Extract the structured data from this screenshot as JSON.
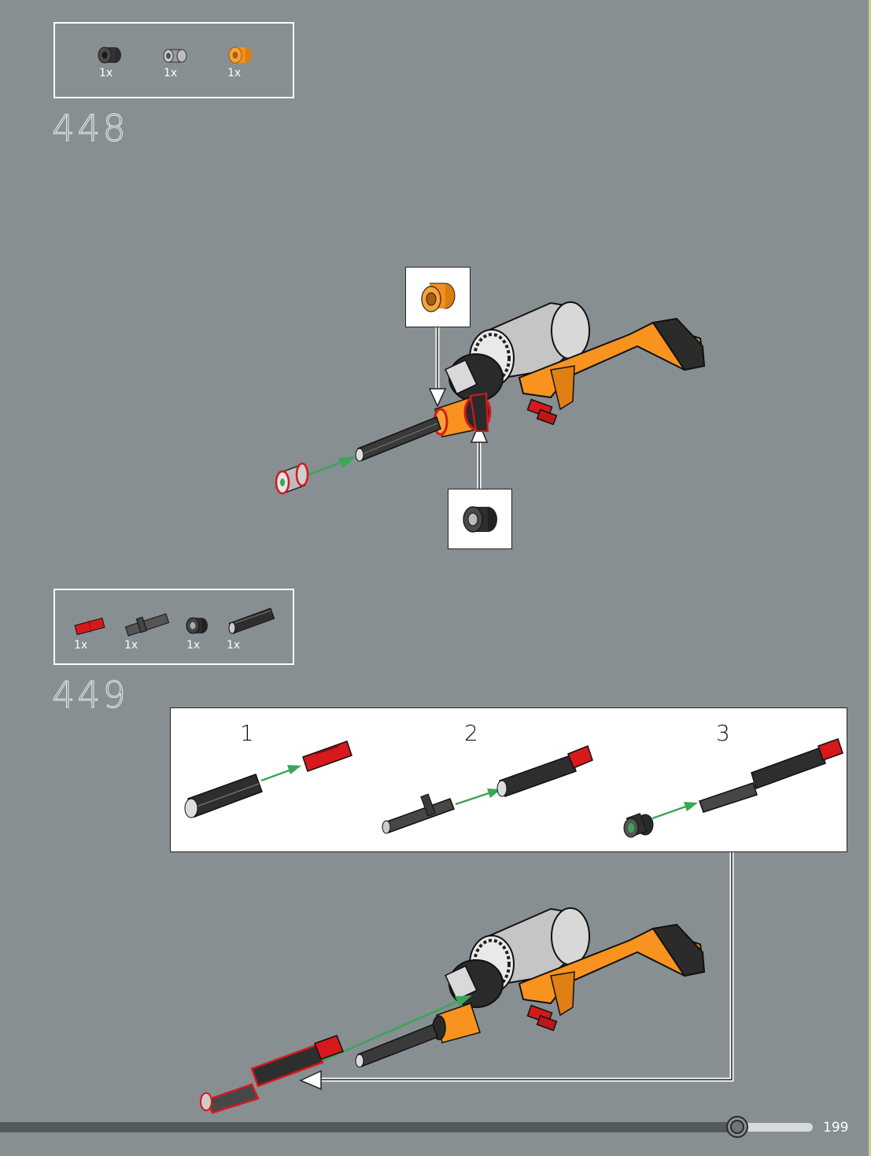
{
  "steps": [
    {
      "number": "448",
      "parts": [
        {
          "icon": "bush-black",
          "qty": "1x"
        },
        {
          "icon": "bush-grey-pin",
          "qty": "1x"
        },
        {
          "icon": "bush-orange",
          "qty": "1x"
        }
      ],
      "callouts": [
        "orange-bush",
        "black-bush"
      ]
    },
    {
      "number": "449",
      "parts": [
        {
          "icon": "axle-pin-red",
          "qty": "1x"
        },
        {
          "icon": "axle-pin-grey",
          "qty": "1x"
        },
        {
          "icon": "bush-black",
          "qty": "1x"
        },
        {
          "icon": "axle-connector-black",
          "qty": "1x"
        }
      ],
      "substeps": [
        "1",
        "2",
        "3"
      ]
    }
  ],
  "colors": {
    "background": "#878f92",
    "orange": "#f7931e",
    "red": "#d7191c",
    "arrow_green": "#3aa657",
    "dark_grey": "#3a3a3a"
  },
  "page_number": "199"
}
